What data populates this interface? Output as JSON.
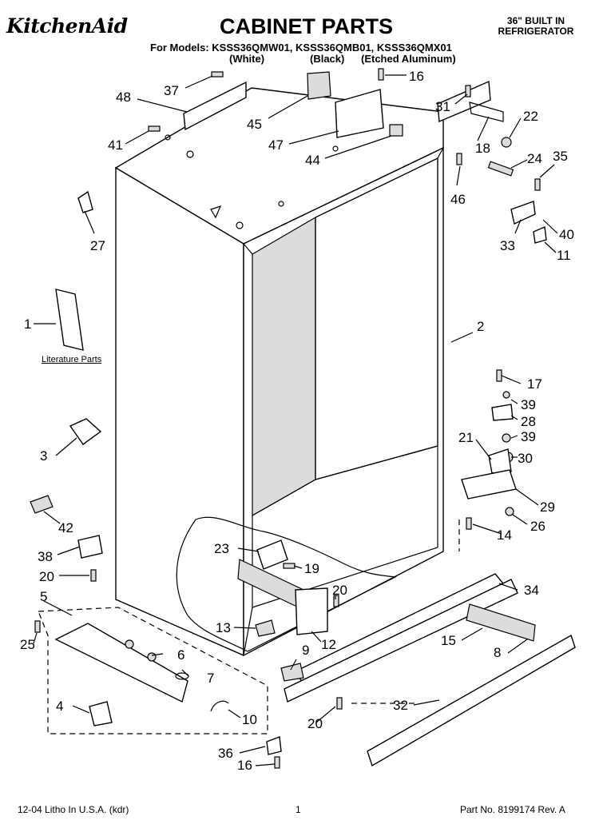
{
  "header": {
    "brand": "KitchenAid",
    "title": "CABINET PARTS",
    "product_type": "36\" BUILT IN REFRIGERATOR",
    "models_line": "For Models: KSSS36QMW01, KSSS36QMB01, KSSS36QMX01",
    "variants": [
      "(White)",
      "(Black)",
      "(Etched Aluminum)"
    ]
  },
  "callouts": [
    "1",
    "2",
    "3",
    "4",
    "5",
    "6",
    "7",
    "8",
    "9",
    "10",
    "11",
    "12",
    "13",
    "14",
    "15",
    "16",
    "16",
    "17",
    "18",
    "19",
    "20",
    "20",
    "20",
    "21",
    "22",
    "23",
    "24",
    "25",
    "26",
    "27",
    "28",
    "29",
    "30",
    "31",
    "32",
    "33",
    "34",
    "35",
    "36",
    "37",
    "38",
    "39",
    "39",
    "40",
    "41",
    "42",
    "44",
    "45",
    "46",
    "47",
    "48"
  ],
  "literature_label": "Literature Parts",
  "footer": {
    "litho": "12-04 Litho In U.S.A. (kdr)",
    "page": "1",
    "part_no": "Part No. 8199174 Rev. A"
  }
}
